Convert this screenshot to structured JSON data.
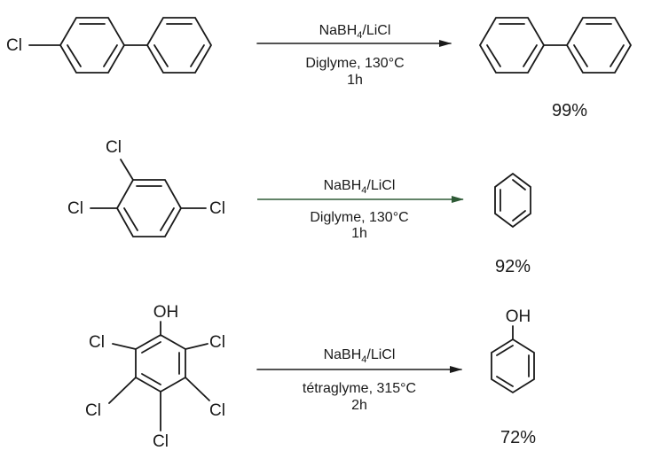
{
  "reactions": [
    {
      "reagent_main": "NaBH",
      "reagent_sub": "4",
      "reagent_suffix": "/LiCl",
      "conditions_line1": "Diglyme, 130°C",
      "conditions_line2": "1h",
      "yield": "99%",
      "reactant_atoms": [
        "Cl"
      ],
      "product_atoms": [],
      "arrow_color": "#1a1a1a"
    },
    {
      "reagent_main": "NaBH",
      "reagent_sub": "4",
      "reagent_suffix": "/LiCl",
      "conditions_line1": "Diglyme, 130°C",
      "conditions_line2": "1h",
      "yield": "92%",
      "reactant_atoms": [
        "Cl",
        "Cl",
        "Cl"
      ],
      "product_atoms": [],
      "arrow_color": "#2e5a36"
    },
    {
      "reagent_main": "NaBH",
      "reagent_sub": "4",
      "reagent_suffix": "/LiCl",
      "conditions_line1": "tétraglyme, 315°C",
      "conditions_line2": "2h",
      "yield": "72%",
      "reactant_atoms": [
        "OH",
        "Cl",
        "Cl",
        "Cl",
        "Cl",
        "Cl"
      ],
      "product_atoms": [
        "OH"
      ],
      "arrow_color": "#1a1a1a"
    }
  ]
}
